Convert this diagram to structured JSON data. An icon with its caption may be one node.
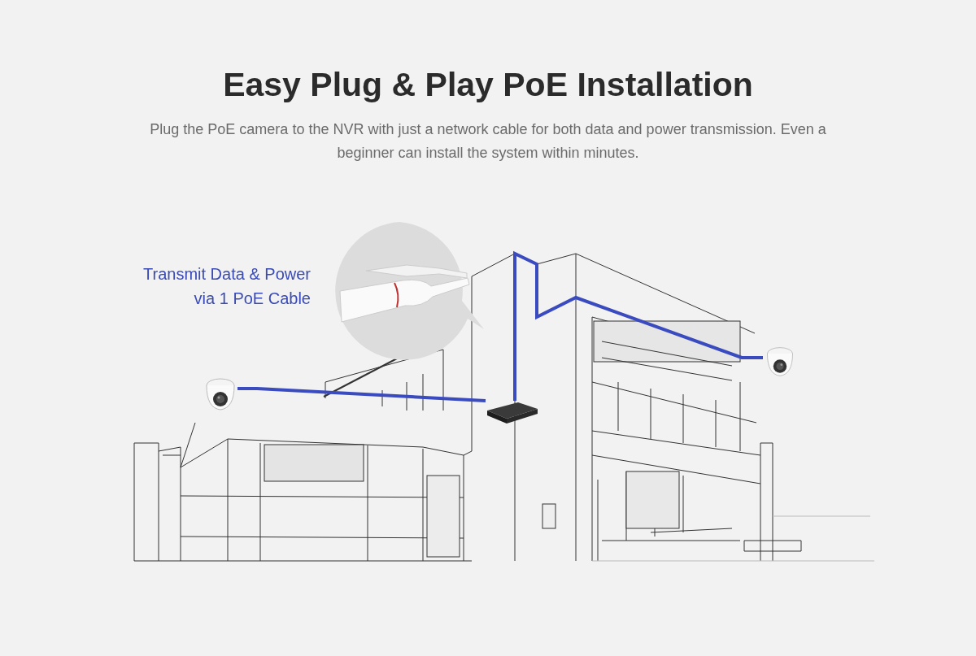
{
  "diagram": {
    "title": "Easy Plug & Play PoE Installation",
    "nodes": [
      {
        "text": [],
        "shape": "picture"
      },
      {
        "text": [],
        "shape": "picture"
      },
      {
        "text": [],
        "shape": "picture"
      }
    ],
    "edges": [
      {
        "from": 0,
        "to": 1,
        "arrow": "none"
      },
      {
        "from": 1,
        "to": 2,
        "arrow": "none"
      }
    ],
    "labels": [
      "Plug the PoE camera to the NVR with just a network cable for both data and power transmission. Even a beginner can install the system within minutes.",
      "Transmit Data & Power via 1 PoE Cable"
    ]
  }
}
